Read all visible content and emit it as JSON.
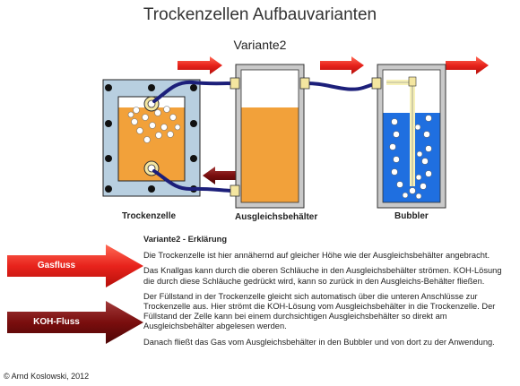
{
  "header": {
    "title": "Trockenzellen Aufbauvarianten",
    "variant": "Variante2"
  },
  "labels": {
    "cell": "Trockenzelle",
    "reservoir": "Ausgleichsbehälter",
    "bubbler": "Bubbler"
  },
  "legend": {
    "gas_flow": "Gasfluss",
    "koh_flow": "KOH-Fluss"
  },
  "explanation": {
    "heading": "Variante2 - Erklärung",
    "paragraphs": [
      "Die Trockenzelle ist hier annähernd auf gleicher Höhe wie der Ausgleichsbehälter angebracht.",
      "Das Knallgas kann durch die oberen Schläuche in den Ausgleichsbehälter strömen. KOH-Lösung die durch diese Schläuche gedrückt wird, kann so zurück in den Ausgleichs-Behälter fließen.",
      "Der Füllstand in der Trockenzelle gleicht sich automatisch über die unteren Anschlüsse zur Trockenzelle aus. Hier strömt die KOH-Lösung vom Ausgleichsbehälter in die Trockenzelle. Der Füllstand der Zelle kann bei einem durchsichtigen Ausgleichsbehälter so direkt am Ausgleichsbehälter abgelesen werden.",
      "Danach fließt das Gas vom Ausgleichsbehälter in den Bubbler und von dort zu der Anwendung."
    ]
  },
  "footer": {
    "copyright": "© Arnd Koslowski, 2012"
  },
  "colors": {
    "gas_arrow": "#e8231c",
    "koh_arrow": "#7a0e0e",
    "koh_solution": "#f2a13a",
    "water": "#1f6fe0",
    "hose": "#1c1f7a",
    "fitting": "#f4e6a0",
    "cell_frame": "#b8cfe0",
    "tank_wall": "#c9c9c9"
  }
}
